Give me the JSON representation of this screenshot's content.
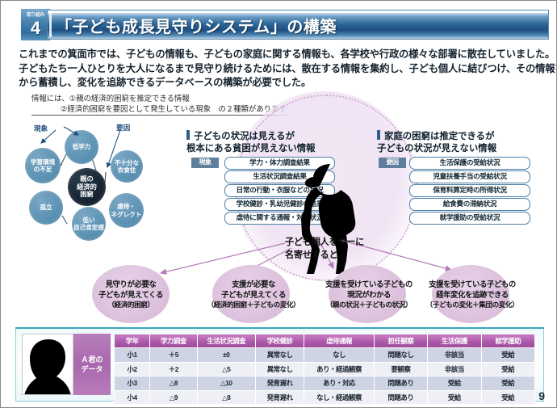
{
  "header": {
    "badge_kicker": "取り組み",
    "badge_number": "4",
    "title": "「子ども成長見守りシステム」の構築"
  },
  "intro": {
    "line1": "これまでの箕面市では、子どもの情報も、子どもの家庭に関する情報も、各学校や行政の様々な部署に散在していました。",
    "line2": "子どもたち一人ひとりを大人になるまで見守り続けるためには、散在する情報を集約し、子ども個人に結びつけ、その情報を過去分",
    "line3": "から蓄積し、変化を追跡できるデータベースの構築が必要でした。"
  },
  "note": {
    "line1": "情報には、①親の経済的困窮を推定できる情報",
    "line2": "②経済的困窮を要因として発生している現象　の２種類があります"
  },
  "diagram": {
    "label_phenomenon": "現象",
    "label_factor": "要因",
    "core": "親の\n経済的\n困窮",
    "core_text": "親の経済的困窮",
    "bubbles": [
      {
        "name": "low-academic-ability",
        "text": "低学力"
      },
      {
        "name": "insufficient-clothing-food-housing",
        "text": "不十分な\n衣食住"
      },
      {
        "name": "abuse-neglect",
        "text": "虐待・\nネグレクト"
      },
      {
        "name": "low-self-esteem",
        "text": "低い\n自己肯定感"
      },
      {
        "name": "isolation",
        "text": "孤立"
      },
      {
        "name": "lack-of-learning-environment",
        "text": "学習環境\nの不足"
      }
    ]
  },
  "panel_left": {
    "heading_line1": "子どもの状況は見えるが",
    "heading_line2": "根本にある貧困が見えない情報",
    "tag": "現象",
    "items": [
      "学力・体力調査結果",
      "生活状況調査結果",
      "日常の行動・衣服などの状況",
      "学校健診・乳幼児健診の結果",
      "虐待に関する通報・対応状況"
    ]
  },
  "panel_right": {
    "heading_line1": "家庭の困窮は推定できるが",
    "heading_line2": "子どもの状況が見えない情報",
    "tag": "要因",
    "items": [
      "生活保護の受給状況",
      "児童扶養手当の受給状況",
      "保育料算定時の所得状況",
      "給食費の滞納状況",
      "就学援助の受給状況"
    ]
  },
  "callout": {
    "line1": "子ども個人をキーに",
    "line2": "名寄せすると…"
  },
  "outcomes": [
    {
      "title_line1": "見守りが必要な",
      "title_line2": "子どもが見えてくる",
      "sub": "（経済的困窮）"
    },
    {
      "title_line1": "支援が必要な",
      "title_line2": "子どもが見えてくる",
      "sub": "（経済的困窮＋子どもの変化）"
    },
    {
      "title_line1": "支援を受けている子どもの",
      "title_line2": "現況がわかる",
      "sub": "（親の状況＋子どもの状況）"
    },
    {
      "title_line1": "支援を受けている子どもの",
      "title_line2": "経年変化を追跡できる",
      "sub": "（子どもの変化＋集団の変化）"
    }
  ],
  "table": {
    "row_label_line1": "Ａ君の",
    "row_label_line2": "データ",
    "headers": [
      "学年",
      "学力調査",
      "生活状況調査",
      "学校健診",
      "虐待通報",
      "担任観察",
      "生活保護",
      "就学援助"
    ],
    "rows": [
      [
        "小1",
        "＋5",
        "±0",
        "異常なし",
        "なし",
        "問題なし",
        "非該当",
        "受給"
      ],
      [
        "小2",
        "＋2",
        "△5",
        "異常なし",
        "あり・経過観察",
        "要観察",
        "非該当",
        "受給"
      ],
      [
        "小3",
        "△8",
        "△10",
        "発育遅れ",
        "あり・対応",
        "問題あり",
        "受給",
        "受給"
      ],
      [
        "小4",
        "△9",
        "△8",
        "発育遅れ",
        "なし・経過観察",
        "問題あり",
        "受給",
        "受給"
      ]
    ]
  },
  "page_number": "9",
  "colors": {
    "title_blue": "#2c6698",
    "bubble_blue": "#5d93b4",
    "core_dark": "#162330",
    "halo_purple": "#ddc2dd",
    "arrow_purple": "#b07cb6",
    "table_header_magenta": "#ad58ab",
    "accent_cyan": "#3aa7bd"
  }
}
